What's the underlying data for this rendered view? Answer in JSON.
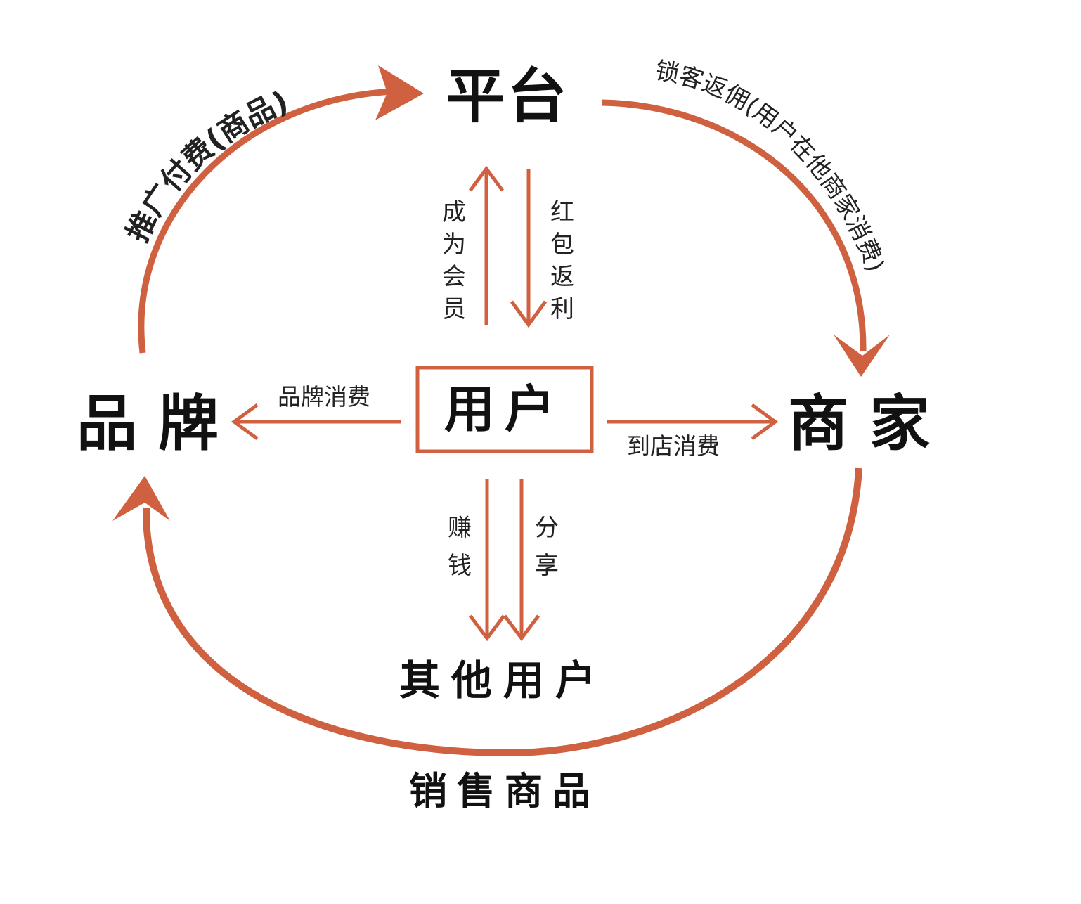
{
  "colors": {
    "arrow": "#CF6040",
    "text": "#111111",
    "background": "#FFFFFF"
  },
  "nodes": {
    "platform": "平台",
    "user": "用户",
    "brand": "品 牌",
    "merchant": "商 家",
    "other_users": "其他用户"
  },
  "edges": {
    "brand_to_platform": "推广付费(商品)",
    "platform_to_merchant": "锁客返佣(用户在他商家消费)",
    "merchant_to_brand": "销售商品",
    "user_to_platform": "成为会员",
    "platform_to_user": "红包返利",
    "user_to_brand": "品牌消费",
    "user_to_merchant": "到店消费",
    "user_to_other_earn": "赚钱",
    "user_to_other_share": "分享"
  }
}
